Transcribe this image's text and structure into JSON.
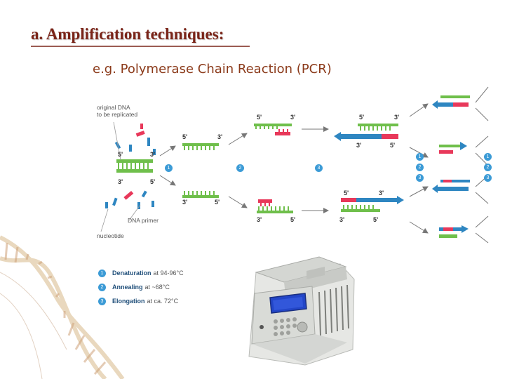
{
  "title": "a. Amplification techniques:",
  "subtitle": "e.g. Polymerase Chain Reaction (PCR)",
  "diagram": {
    "original_dna_label_line1": "original DNA",
    "original_dna_label_line2": "to be replicated",
    "dna_primer_label": "DNA primer",
    "nucleotide_label": "nucleotide",
    "end_5": "5'",
    "end_3": "3'",
    "step_numbers": [
      "1",
      "2",
      "3"
    ]
  },
  "legend": [
    {
      "num": "1",
      "bold": "Denaturation",
      "rest": "at 94-96°C"
    },
    {
      "num": "2",
      "bold": "Annealing",
      "rest": "at ~68°C"
    },
    {
      "num": "3",
      "bold": "Elongation",
      "rest": "at ca. 72°C"
    }
  ],
  "colors": {
    "strand_green": "#6fbf4b",
    "strand_blue": "#2e86c1",
    "primer_red": "#e8385a",
    "title": "#7a2418",
    "step_circle": "#3c9bd6"
  }
}
